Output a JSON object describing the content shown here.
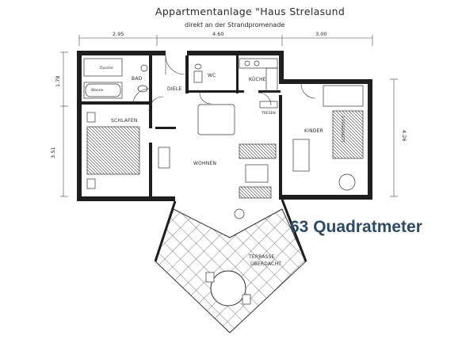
{
  "header": {
    "title": "Appartmentanlage \"Haus Strelasund",
    "subtitle": "direkt an der Strandpromenade"
  },
  "dimensions": {
    "top_left": "2.95",
    "top_middle": "4.60",
    "top_right": "3.00",
    "left_upper": "1.78",
    "left_lower": "3.51",
    "right": "4.26"
  },
  "rooms": {
    "bad": "BAD",
    "wc": "WC",
    "kueche": "KÜCHE",
    "diele": "DIELE",
    "tresen": "TRESEN",
    "schlafen": "SCHLAFEN",
    "wohnen": "WOHNEN",
    "kinder": "KINDER",
    "terrasse_line1": "TERRASSE",
    "terrasse_line2": "ÜBERDACHT"
  },
  "fixtures": {
    "dusche": "Dusche",
    "wanne": "Wanne",
    "etagenbett": "2-ETAGENBETT"
  },
  "area_label": "63 Quadratmeter",
  "colors": {
    "wall": "#1e1e1e",
    "line": "#3a3a3a",
    "area_text": "#2e4a62",
    "background": "#ffffff"
  }
}
